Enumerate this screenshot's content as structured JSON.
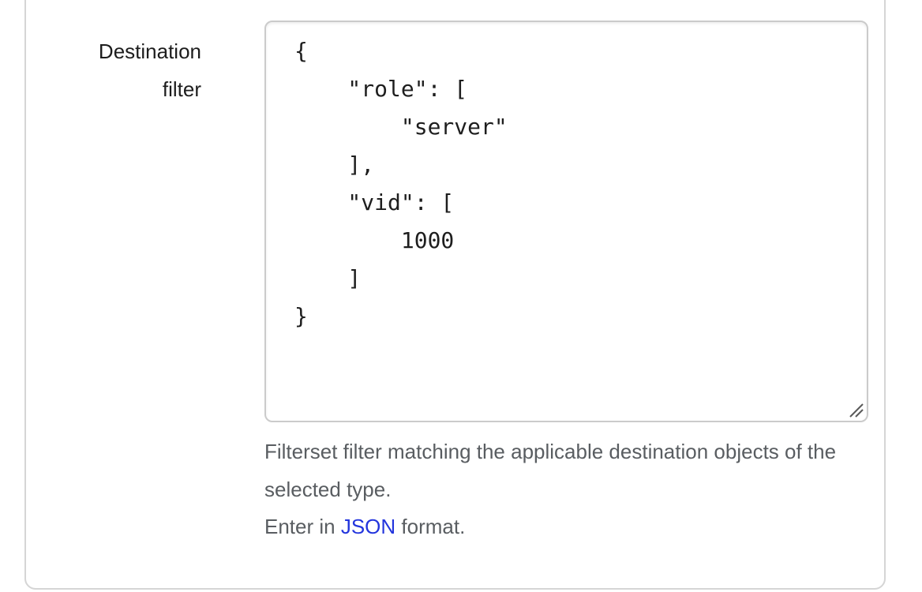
{
  "form": {
    "field_label": "Destination filter",
    "textarea_value": "{\n    \"role\": [\n        \"server\"\n    ],\n    \"vid\": [\n        1000\n    ]\n}",
    "help": {
      "description": "Filterset filter matching the applicable destination objects of the selected type.",
      "format_prefix": "Enter in ",
      "format_link_label": "JSON",
      "format_suffix": " format."
    }
  },
  "colors": {
    "link_blue": "#2335dd",
    "label_text": "#1d1d1d",
    "help_text": "#595d61",
    "textarea_text": "#1e1e1e",
    "textarea_border": "#cbcbcb",
    "card_border": "#d5d5d5"
  }
}
